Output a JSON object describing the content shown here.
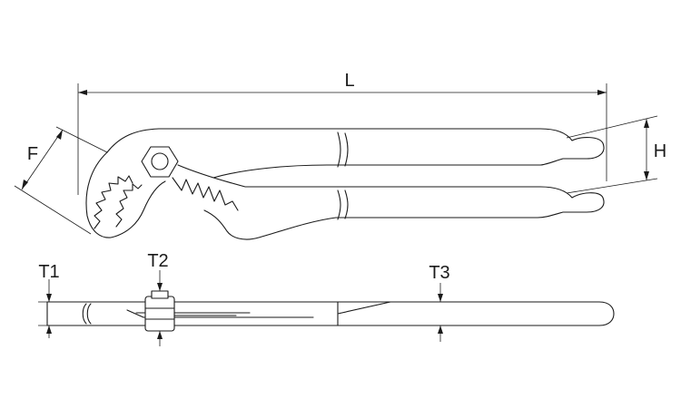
{
  "dimensions": {
    "length_label": "L",
    "height_label": "H",
    "jaw_opening_label": "F",
    "thickness_1_label": "T1",
    "thickness_2_label": "T2",
    "thickness_3_label": "T3"
  },
  "colors": {
    "line": "#1a1a1a",
    "background": "#ffffff"
  }
}
